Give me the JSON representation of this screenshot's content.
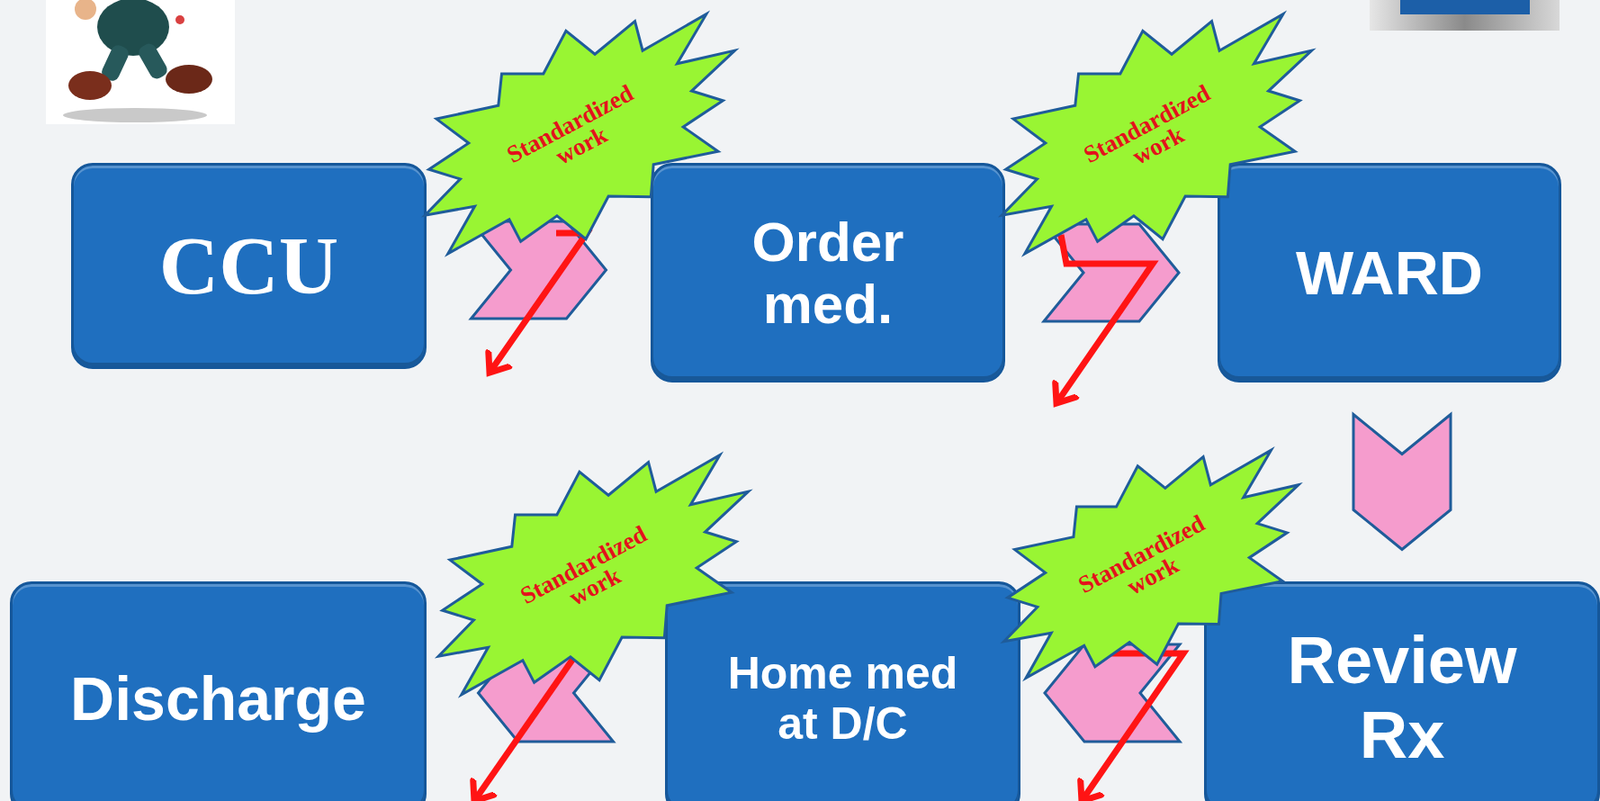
{
  "diagram": {
    "nodes": [
      {
        "text": [
          "CCU"
        ]
      },
      {
        "text": [
          "Standardized work"
        ]
      },
      {
        "text": [
          "Order med."
        ]
      },
      {
        "text": [
          "Standardized work"
        ]
      },
      {
        "text": [
          "WARD"
        ]
      },
      {
        "text": [
          "Discharge"
        ]
      },
      {
        "text": [
          "Standardized work"
        ]
      },
      {
        "text": [
          "Home med at D/C"
        ]
      },
      {
        "text": [
          "Standardized work"
        ]
      },
      {
        "text": [
          "Review Rx"
        ]
      }
    ],
    "edges": [
      {
        "from": 0,
        "to": 2,
        "arrow": "to"
      },
      {
        "from": 2,
        "to": 4,
        "arrow": "to"
      },
      {
        "from": 4,
        "to": 9,
        "arrow": "to"
      },
      {
        "from": 9,
        "to": 7,
        "arrow": "to"
      },
      {
        "from": 7,
        "to": 5,
        "arrow": "to"
      }
    ]
  }
}
